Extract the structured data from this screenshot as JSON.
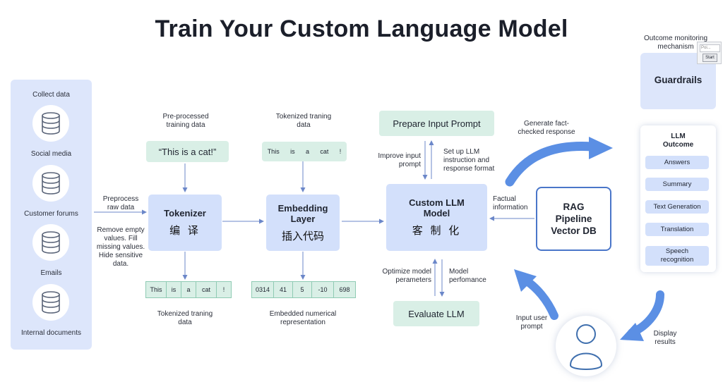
{
  "title": "Train Your Custom Language Model",
  "sources": {
    "items": [
      "Collect data",
      "Social media",
      "Customer forums",
      "Emails",
      "Internal documents"
    ]
  },
  "preprocess": {
    "label_top": "Pre-processed training data",
    "sample": "“This is a cat!”",
    "step_label": "Preprocess raw data",
    "note": "Remove empty values. Fill missing values. Hide sensitive data."
  },
  "tokenizer": {
    "title": "Tokenizer",
    "cjk": "编 译",
    "output_tokens": [
      "This",
      "is",
      "a",
      "cat",
      "!"
    ],
    "output_label": "Tokenized traning data"
  },
  "embedding": {
    "label_top": "Tokenized traning data",
    "input_tokens": [
      "This",
      "is",
      "a",
      "cat",
      "!"
    ],
    "title": "Embedding Layer",
    "cjk": "插入代码",
    "output_values": [
      "0314",
      "41",
      "5",
      "-10",
      "698"
    ],
    "output_label": "Embedded numerical representation"
  },
  "llm": {
    "prepare": "Prepare Input Prompt",
    "improve": "Improve input prompt",
    "setup": "Set up LLM instruction and response format",
    "title": "Custom LLM Model",
    "cjk": "客 制 化",
    "optimize": "Optimize model perameters",
    "performance": "Model perfomance",
    "evaluate": "Evaluate LLM",
    "factual": "Factual information"
  },
  "rag": {
    "title": "RAG Pipeline Vector DB"
  },
  "flow": {
    "generate": "Generate fact-checked response",
    "input_user": "Input user prompt",
    "display": "Display results"
  },
  "guardrails": {
    "monitor": "Outcome monitoring mechanism",
    "title": "Guardrails",
    "popup_field": "Poi...",
    "popup_button": "Start"
  },
  "outcome": {
    "title": "LLM Outcome",
    "items": [
      "Answers",
      "Summary",
      "Text Generation",
      "Translation",
      "Speech recognition"
    ]
  },
  "colors": {
    "panel": "#dde6fb",
    "box": "#d3e0fb",
    "green": "#d9efe6",
    "arrow": "#5b8fe4",
    "rag_border": "#4a76c9"
  }
}
